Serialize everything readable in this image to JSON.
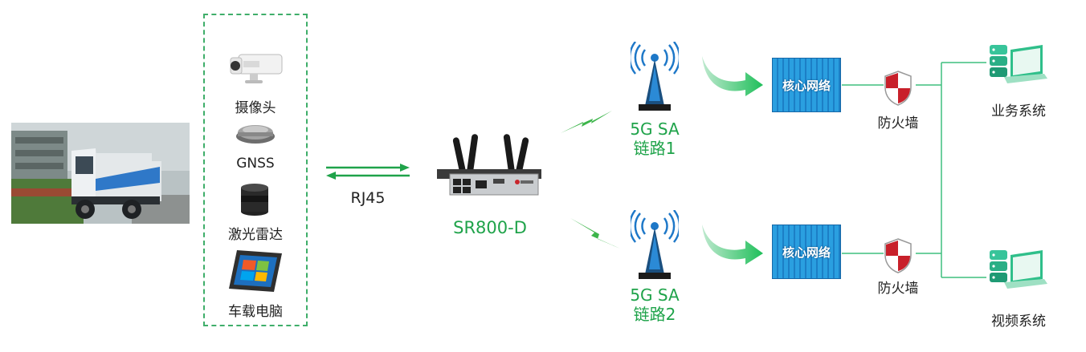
{
  "devices": {
    "camera": "摄像头",
    "gnss": "GNSS",
    "lidar": "激光雷达",
    "vehicle_pc": "车载电脑"
  },
  "link": {
    "interface": "RJ45"
  },
  "router": {
    "model": "SR800-D"
  },
  "links": [
    {
      "line1": "5G SA",
      "line2": "链路1"
    },
    {
      "line1": "5G SA",
      "line2": "链路2"
    }
  ],
  "core": [
    "核心网络",
    "核心网络"
  ],
  "firewall": [
    "防火墙",
    "防火墙"
  ],
  "systems": {
    "business": "业务系统",
    "video": "视频系统"
  },
  "colors": {
    "accent": "#1fa34a",
    "dash": "#3fae6a",
    "core": "#2a9fe0"
  }
}
